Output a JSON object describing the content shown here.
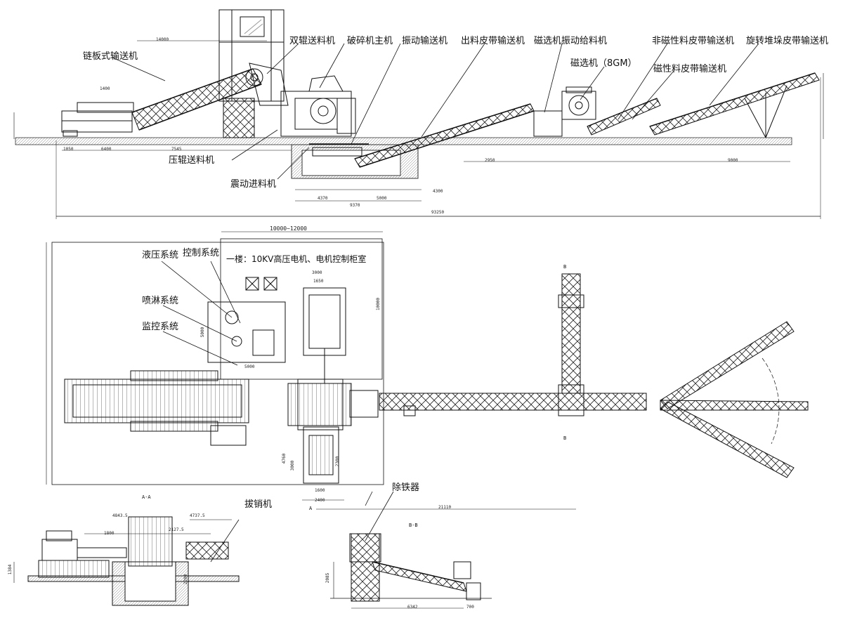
{
  "labels": {
    "chain_conveyor": "链板式输送机",
    "double_roller_feeder": "双辊送料机",
    "crusher_main": "破碎机主机",
    "vibrating_conveyor": "振动输送机",
    "discharge_belt": "出料皮带输送机",
    "magnetic_vib_feeder": "磁选机振动给料机",
    "nonmagnetic_belt": "非磁性料皮带输送机",
    "rotary_stacking_belt": "旋转堆垛皮带输送机",
    "magnetic_separator": "磁选机（8GM）",
    "magnetic_belt": "磁性料皮带输送机",
    "pressure_roller_feeder": "压辊送料机",
    "vibrating_feeder": "震动进料机",
    "hydraulic_system": "液压系统",
    "control_system": "控制系统",
    "spray_system": "喷淋系统",
    "monitoring_system": "监控系统",
    "iron_remover": "除铁器",
    "pin_puller": "拔销机"
  },
  "notes": {
    "first_floor": "一楼：10KV高压电机、电机控制柜室"
  },
  "sections": {
    "aa": "A-A",
    "bb": "B-B",
    "a": "A",
    "b": "B"
  },
  "dimensions": {
    "top_total": "93250",
    "d_10000_12000": "10000~12000",
    "d_3000": "3000",
    "d_1650": "1650",
    "d_5000": "5000",
    "d_5000b": "5000",
    "d_10000": "10000",
    "d_21110": "21110",
    "d_2400": "2400",
    "d_1600": "1600",
    "d_4760": "4760",
    "d_3000b": "3000",
    "d_2300": "2300",
    "d_1400": "1400",
    "d_6400": "6400",
    "d_7545": "7545",
    "d_1050": "1050",
    "d_14000": "14000",
    "d_4370": "4370",
    "d_9370": "9370",
    "d_5000c": "5000",
    "d_4300": "4300",
    "d_2950": "2950",
    "d_9000": "9000",
    "d_6342": "6342",
    "d_4843": "4843.5",
    "d_4737": "4737.5",
    "d_1800": "1800",
    "d_2127": "2127.5",
    "d_2200": "2200",
    "d_1384": "1384",
    "d_2085": "2085",
    "d_700": "700"
  }
}
